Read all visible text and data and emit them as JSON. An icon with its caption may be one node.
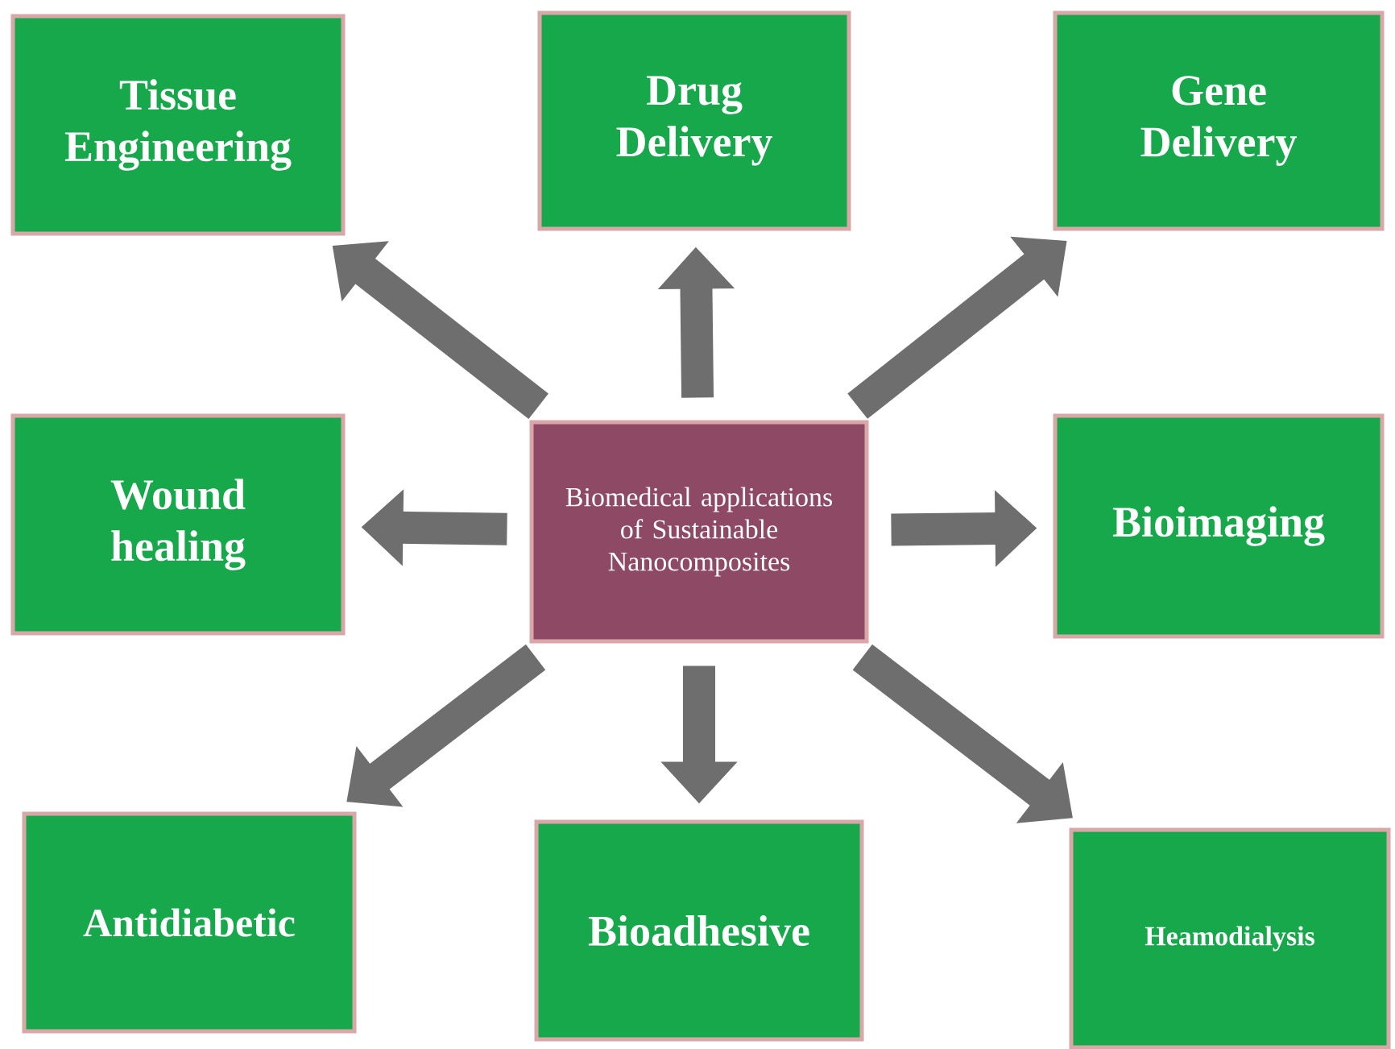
{
  "diagram": {
    "nodes": [
      {
        "text": [
          "Tissue Engineering"
        ]
      },
      {
        "text": [
          "Drug Delivery"
        ]
      },
      {
        "text": [
          "Gene Delivery"
        ]
      },
      {
        "text": [
          "Wound healing"
        ]
      },
      {
        "text": [
          "Biomedical applications of Sustainable Nanocomposites"
        ]
      },
      {
        "text": [
          "Bioimaging"
        ]
      },
      {
        "text": [
          "Antidiabetic"
        ]
      },
      {
        "text": [
          "Bioadhesive"
        ]
      },
      {
        "text": [
          "Heamodialysis"
        ]
      }
    ],
    "edges": [
      {
        "from": 4,
        "to": 0,
        "arrow": "to"
      },
      {
        "from": 4,
        "to": 1,
        "arrow": "to"
      },
      {
        "from": 4,
        "to": 2,
        "arrow": "to"
      },
      {
        "from": 4,
        "to": 3,
        "arrow": "to"
      },
      {
        "from": 4,
        "to": 5,
        "arrow": "to"
      },
      {
        "from": 4,
        "to": 6,
        "arrow": "to"
      },
      {
        "from": 4,
        "to": 7,
        "arrow": "to"
      },
      {
        "from": 4,
        "to": 8,
        "arrow": "to"
      }
    ]
  }
}
